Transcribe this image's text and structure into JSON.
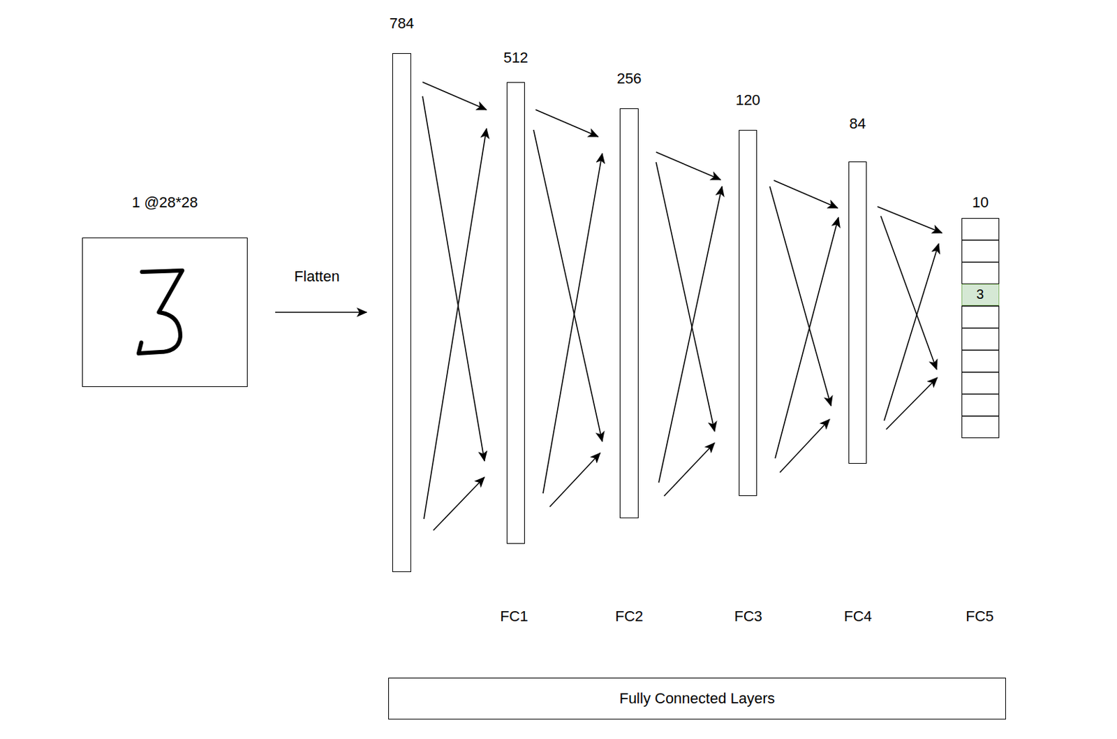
{
  "diagram": {
    "nodes": [
      {
        "text": [
          "1 @28*28"
        ]
      },
      {
        "text": [
          "784"
        ]
      },
      {
        "text": [
          "512"
        ]
      },
      {
        "text": [
          "256"
        ]
      },
      {
        "text": [
          "120"
        ]
      },
      {
        "text": [
          "84"
        ]
      },
      {
        "text": [
          "10"
        ]
      },
      {
        "text": [
          "3"
        ],
        "in": 6
      },
      {
        "text": [
          "Fully Connected Layers"
        ]
      }
    ],
    "edges": [
      {
        "from": 0,
        "to": 1,
        "arrow": "to",
        "label": "Flatten"
      },
      {
        "from": 1,
        "to": 2,
        "arrow": "to"
      },
      {
        "from": 2,
        "to": 3,
        "arrow": "to"
      },
      {
        "from": 3,
        "to": 4,
        "arrow": "to"
      },
      {
        "from": 4,
        "to": 5,
        "arrow": "to"
      },
      {
        "from": 5,
        "to": 6,
        "arrow": "to"
      }
    ],
    "labels": [
      "FC1",
      "FC2",
      "FC3",
      "FC4",
      "FC5"
    ]
  }
}
